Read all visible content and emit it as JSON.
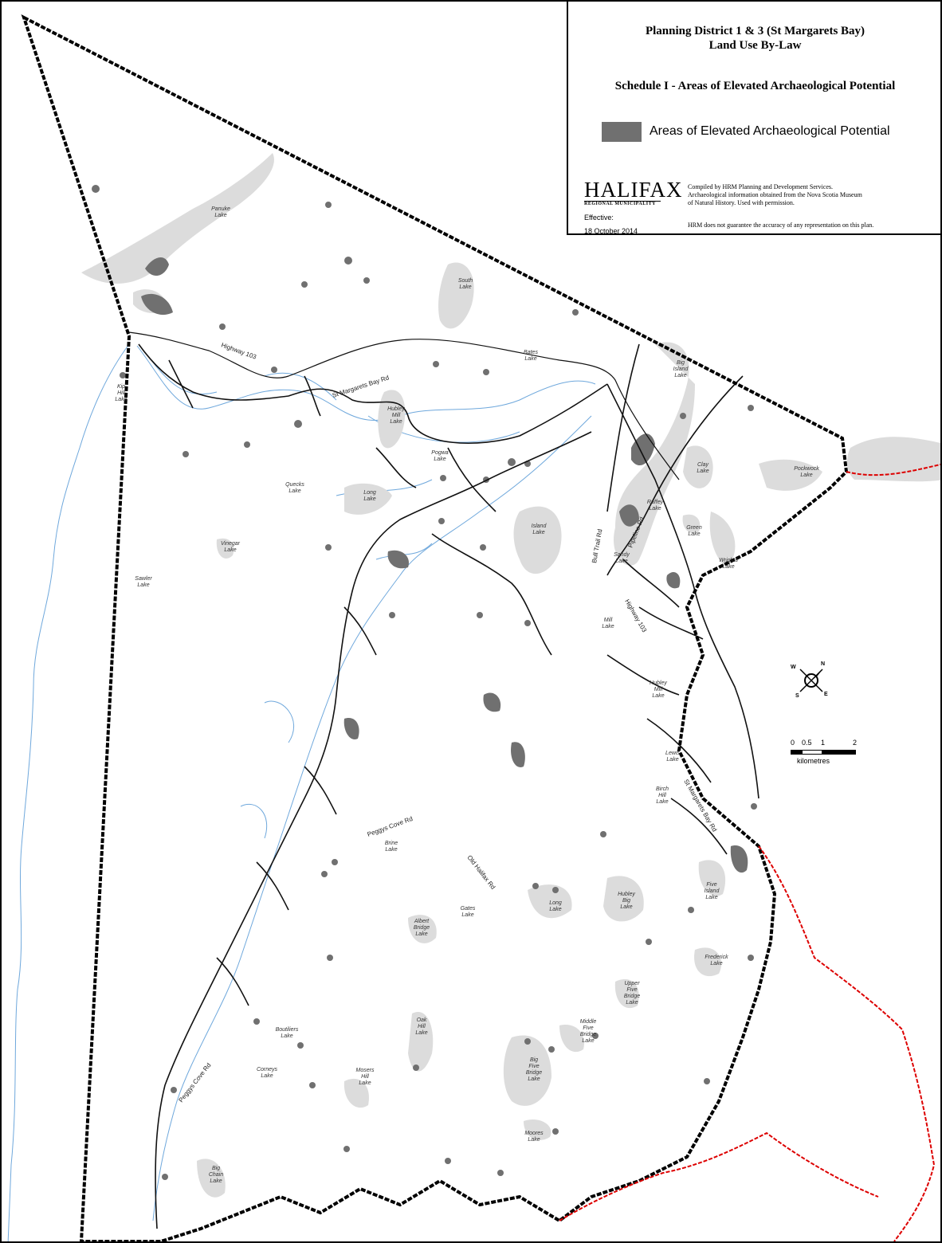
{
  "title_line1": "Planning District 1 & 3 (St Margarets Bay)",
  "title_line2": "Land Use By-Law",
  "subtitle": "Schedule I - Areas of Elevated Archaeological Potential",
  "legend": {
    "label": "Areas of Elevated Archaeological Potential",
    "swatch_color": "#707070"
  },
  "logo": {
    "word": "HALIFAX",
    "sub": "REGIONAL MUNICIPALITY"
  },
  "effective_label": "Effective:",
  "effective_date": "18 October 2014",
  "credits": [
    "Compiled by HRM Planning and Development Services.",
    "Archaeological information obtained from the Nova Scotia Museum",
    "of Natural History.  Used with permission."
  ],
  "disclaimer": "HRM does not guarantee the accuracy of any representation on this plan.",
  "scale": {
    "ticks": [
      "0",
      "0.5",
      "1",
      "2"
    ],
    "unit": "kilometres"
  },
  "compass": {
    "n": "N",
    "s": "S",
    "e": "E",
    "w": "W"
  },
  "colors": {
    "lake": "#dcdcdc",
    "site": "#707070",
    "boundary": "#000000",
    "municipal_line": "#dd0000",
    "shoreline": "#6fa8dc"
  },
  "lakes": [
    {
      "id": "panuke",
      "lines": [
        "Panuke",
        "Lake"
      ]
    },
    {
      "id": "south",
      "lines": [
        "South",
        "Lake"
      ]
    },
    {
      "id": "bates",
      "lines": [
        "Bates",
        "Lake"
      ]
    },
    {
      "id": "big-island",
      "lines": [
        "Big",
        "Island",
        "Lake"
      ]
    },
    {
      "id": "kip-hill",
      "lines": [
        "Kip",
        "Hill",
        "Lake"
      ]
    },
    {
      "id": "hubley-mill-n",
      "lines": [
        "Hubley",
        "Mill",
        "Lake"
      ]
    },
    {
      "id": "pogwa",
      "lines": [
        "Pogwa",
        "Lake"
      ]
    },
    {
      "id": "quecks",
      "lines": [
        "Quecks",
        "Lake"
      ]
    },
    {
      "id": "long-n",
      "lines": [
        "Long",
        "Lake"
      ]
    },
    {
      "id": "clay",
      "lines": [
        "Clay",
        "Lake"
      ]
    },
    {
      "id": "pockwock",
      "lines": [
        "Pockwock",
        "Lake"
      ]
    },
    {
      "id": "raffey",
      "lines": [
        "Raffey",
        "Lake"
      ]
    },
    {
      "id": "island",
      "lines": [
        "Island",
        "Lake"
      ]
    },
    {
      "id": "green",
      "lines": [
        "Green",
        "Lake"
      ]
    },
    {
      "id": "vinegar",
      "lines": [
        "Vinegar",
        "Lake"
      ]
    },
    {
      "id": "sandy",
      "lines": [
        "Sandy",
        "Lake"
      ]
    },
    {
      "id": "wrights",
      "lines": [
        "Wrights",
        "Lake"
      ]
    },
    {
      "id": "sawler",
      "lines": [
        "Sawler",
        "Lake"
      ]
    },
    {
      "id": "mill",
      "lines": [
        "Mill",
        "Lake"
      ]
    },
    {
      "id": "hubley-mill-s",
      "lines": [
        "Hubley",
        "Mill",
        "Lake"
      ]
    },
    {
      "id": "lewis",
      "lines": [
        "Lewis",
        "Lake"
      ]
    },
    {
      "id": "birch-hill",
      "lines": [
        "Birch",
        "Hill",
        "Lake"
      ]
    },
    {
      "id": "brine",
      "lines": [
        "Brine",
        "Lake"
      ]
    },
    {
      "id": "long-s",
      "lines": [
        "Long",
        "Lake"
      ]
    },
    {
      "id": "hubley-big",
      "lines": [
        "Hubley",
        "Big",
        "Lake"
      ]
    },
    {
      "id": "five-island",
      "lines": [
        "Five",
        "Island",
        "Lake"
      ]
    },
    {
      "id": "gates",
      "lines": [
        "Gates",
        "Lake"
      ]
    },
    {
      "id": "albert-bridge",
      "lines": [
        "Albert",
        "Bridge",
        "Lake"
      ]
    },
    {
      "id": "frederick",
      "lines": [
        "Frederick",
        "Lake"
      ]
    },
    {
      "id": "upper-five-bridge",
      "lines": [
        "Upper",
        "Five",
        "Bridge",
        "Lake"
      ]
    },
    {
      "id": "oak-hill",
      "lines": [
        "Oak",
        "Hill",
        "Lake"
      ]
    },
    {
      "id": "middle-five-bridge",
      "lines": [
        "Middle",
        "Five",
        "Bridge",
        "Lake"
      ]
    },
    {
      "id": "boutiliers",
      "lines": [
        "Boutiliers",
        "Lake"
      ]
    },
    {
      "id": "big-five-bridge",
      "lines": [
        "Big",
        "Five",
        "Bridge",
        "Lake"
      ]
    },
    {
      "id": "corneys",
      "lines": [
        "Corneys",
        "Lake"
      ]
    },
    {
      "id": "mosers-hill",
      "lines": [
        "Mosers",
        "Hill",
        "Lake"
      ]
    },
    {
      "id": "moores",
      "lines": [
        "Moores",
        "Lake"
      ]
    },
    {
      "id": "big-chain",
      "lines": [
        "Big",
        "Chain",
        "Lake"
      ]
    }
  ],
  "roads": {
    "highway_103_west": "Highway 103",
    "highway_103_east": "Highway 103",
    "st_margarets_bay_rd_west": "St Margarets Bay Rd",
    "st_margarets_bay_rd_east": "St Margarets Bay Rd",
    "peggys_cove_rd_north": "Peggys Cove Rd",
    "peggys_cove_rd_south": "Peggys Cove Rd",
    "old_halifax_rd": "Old Halifax Rd",
    "bull_trail_rd": "Bull Trail Rd",
    "pipeline_rd": "Pipeline Rd"
  }
}
